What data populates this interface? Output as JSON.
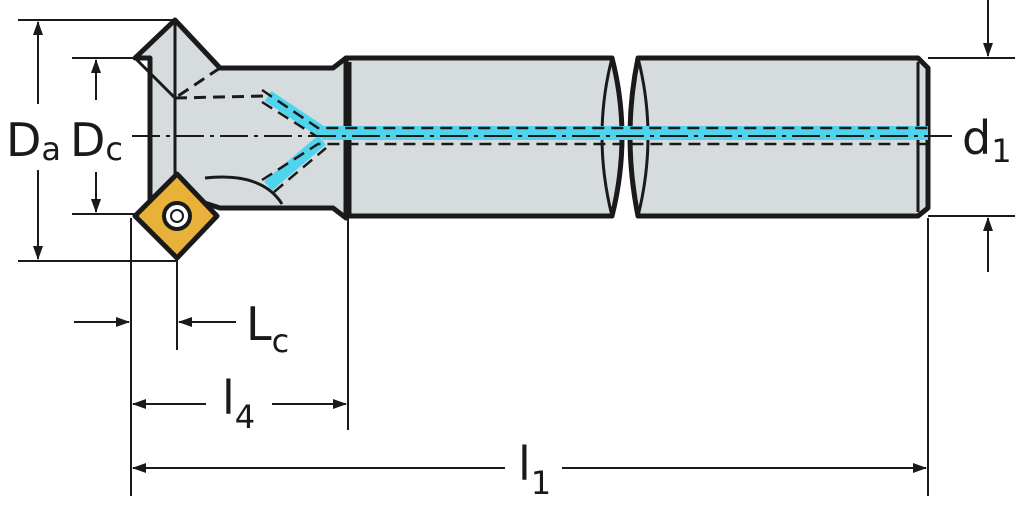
{
  "labels": {
    "Da": {
      "main": "D",
      "sub": "a"
    },
    "Dc": {
      "main": "D",
      "sub": "c"
    },
    "d1": {
      "main": "d",
      "sub": "1"
    },
    "Lc": {
      "main": "L",
      "sub": "c"
    },
    "l4": {
      "main": "l",
      "sub": "4"
    },
    "l1": {
      "main": "l",
      "sub": "1"
    }
  },
  "colors": {
    "body": "#d6dcde",
    "outline": "#1a1a1a",
    "coolant": "#4fd4ee",
    "insert": "#e8b23a"
  }
}
